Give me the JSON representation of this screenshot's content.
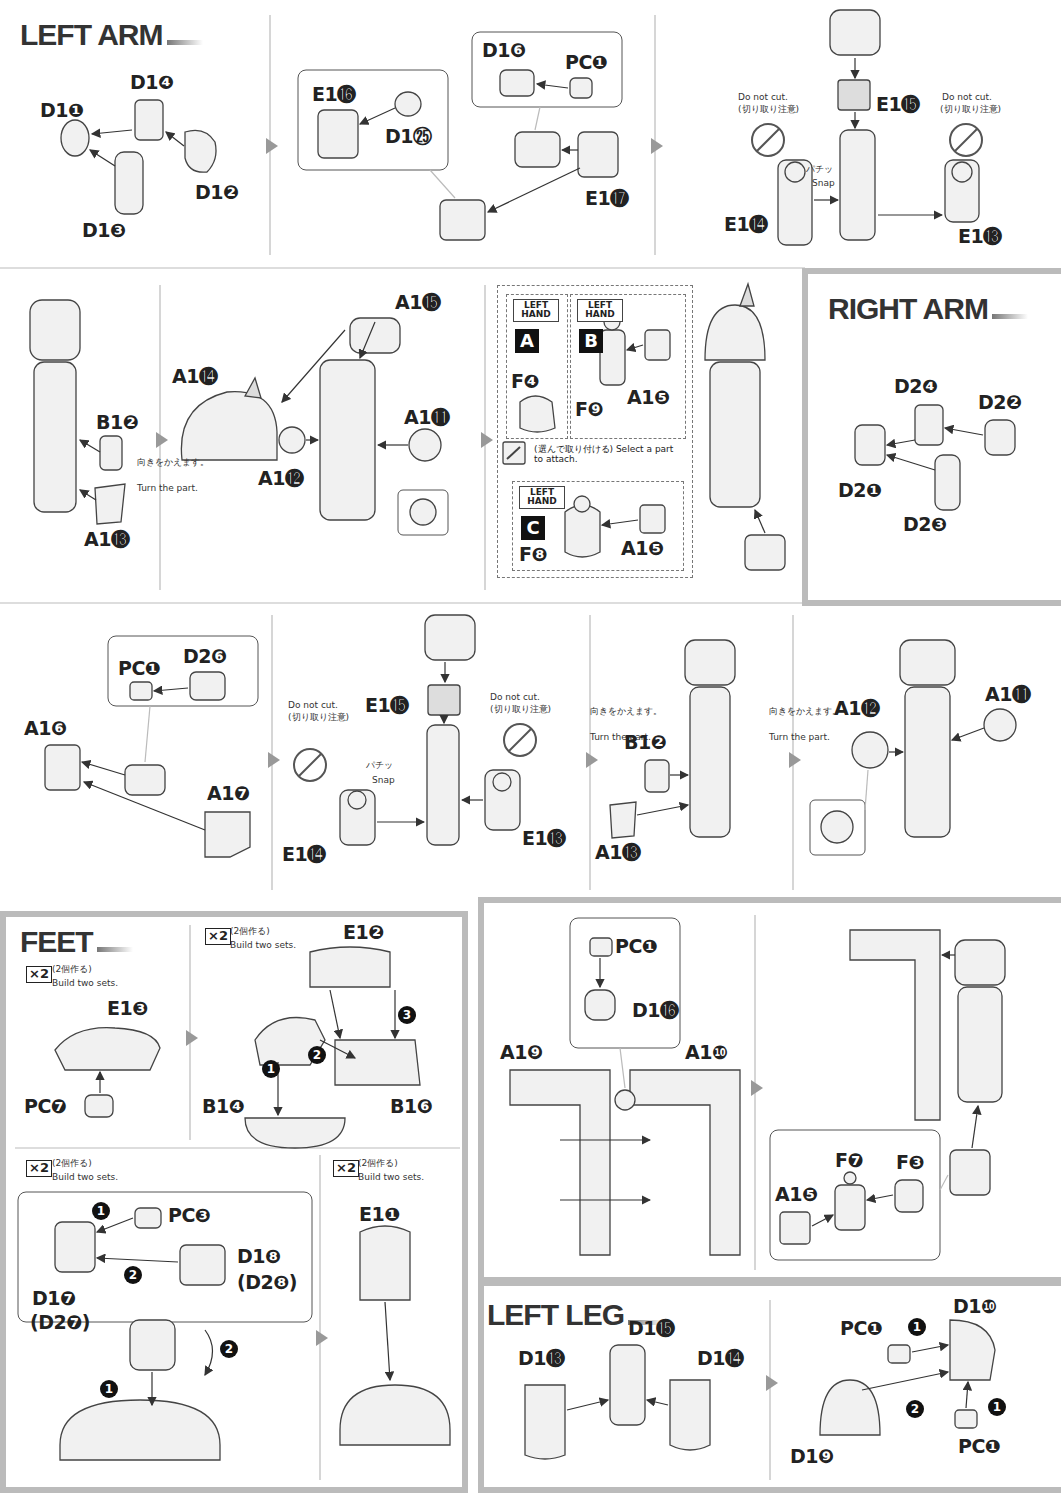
{
  "diagram": {
    "nodes": [
      {
        "text": [
          "(選んで取り付ける) Select a part to attach."
        ]
      },
      {
        "text": [
          "LEFT HAND",
          "A",
          "F❹"
        ],
        "in": 0
      },
      {
        "text": [
          "LEFT HAND",
          "B",
          "F❾",
          "A1❺"
        ],
        "in": 0
      },
      {
        "text": [
          "LEFT HAND",
          "C",
          "F❽",
          "A1❺"
        ],
        "in": 0
      }
    ],
    "labels": [
      "LEFT ARM",
      "D1❹",
      "D1❶",
      "D1❷",
      "D1❸",
      "E1⓰",
      "D1㉕",
      "D1❻",
      "PC❶",
      "E1⓱",
      "Do not cut.",
      "(切り取り注意)",
      "E1⓯",
      "Do not cut.",
      "(切り取り注意)",
      "パチッ",
      "Snap",
      "E1⓮",
      "E1⓭",
      "B1❷",
      "向きをかえます。",
      "Turn the part.",
      "A1⓭",
      "A1⓯",
      "A1⓮",
      "A1⓫",
      "A1⓬",
      "RIGHT ARM",
      "D2❹",
      "D2❷",
      "D2❶",
      "D2❸",
      "PC❶",
      "D2❻",
      "A1❻",
      "A1❼",
      "Do not cut.",
      "(切り取り注意)",
      "E1⓯",
      "Do not cut.",
      "(切り取り注意)",
      "パチッ",
      "Snap",
      "E1⓮",
      "E1⓭",
      "向きをかえます。",
      "Turn the part.",
      "B1❷",
      "A1⓭",
      "向きをかえます。",
      "Turn the part.",
      "A1⓬",
      "A1⓫",
      "FEET",
      "×2",
      "(2個作る)",
      "Build two sets.",
      "E1❸",
      "PC❼",
      "×2",
      "(2個作る)",
      "Build two sets.",
      "E1❷",
      "1",
      "2",
      "3",
      "B1❹",
      "B1❻",
      "×2",
      "(2個作る)",
      "Build two sets.",
      "1",
      "PC❸",
      "2",
      "D1❽",
      "(D2❽)",
      "D1❼",
      "(D2❼)",
      "2",
      "1",
      "×2",
      "(2個作る)",
      "Build two sets.",
      "E1❶",
      "PC❶",
      "D1⓰",
      "A1❾",
      "A1❿",
      "F❼",
      "F❸",
      "A1❺",
      "LEFT LEG",
      "D1⓯",
      "D1⓭",
      "D1⓮",
      "D1❿",
      "PC❶",
      "1",
      "2",
      "1",
      "D1❾",
      "PC❶"
    ]
  }
}
